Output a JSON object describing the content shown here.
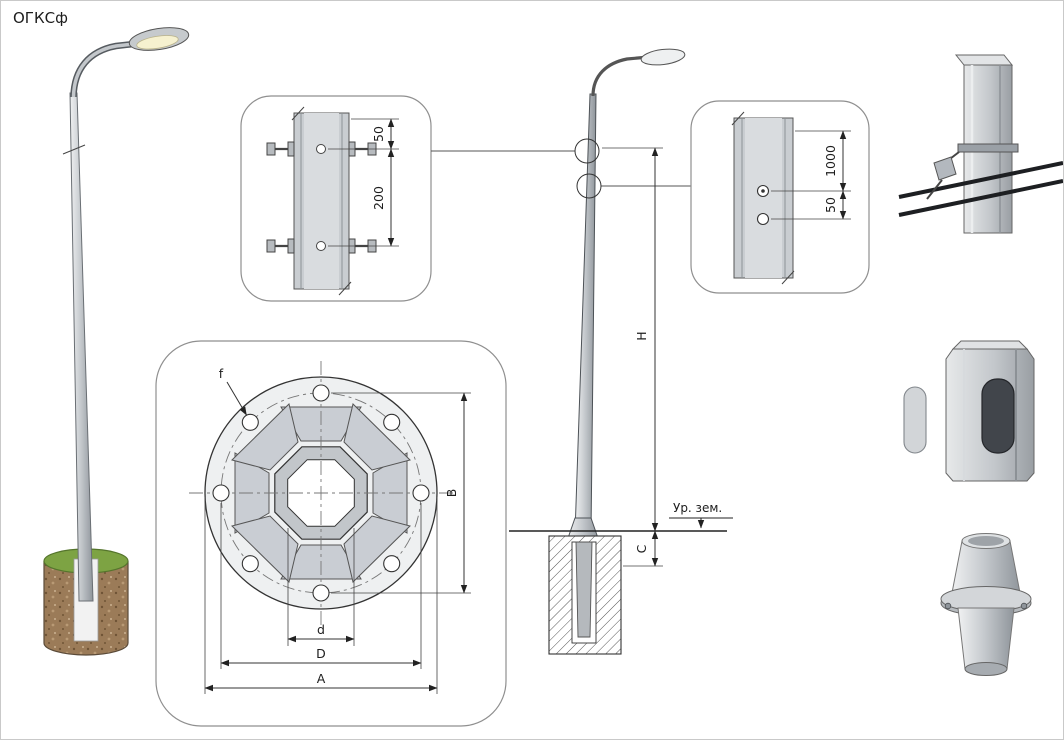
{
  "title": "ОГКСф",
  "detail_top": {
    "dim_top": "50",
    "dim_mid": "200"
  },
  "flange": {
    "f": "f",
    "B": "B",
    "d": "d",
    "D": "D",
    "A": "A"
  },
  "elevation": {
    "H": "H",
    "C": "C",
    "ground_label": "Ур. зем."
  },
  "detail_right": {
    "dim_top": "1000",
    "dim_bottom": "50"
  },
  "colors": {
    "line": "#333333",
    "pole_gray": "#c7cbcf",
    "soil_brown": "#9b7b58",
    "grass_green": "#7da343",
    "hatch": "#555555"
  }
}
